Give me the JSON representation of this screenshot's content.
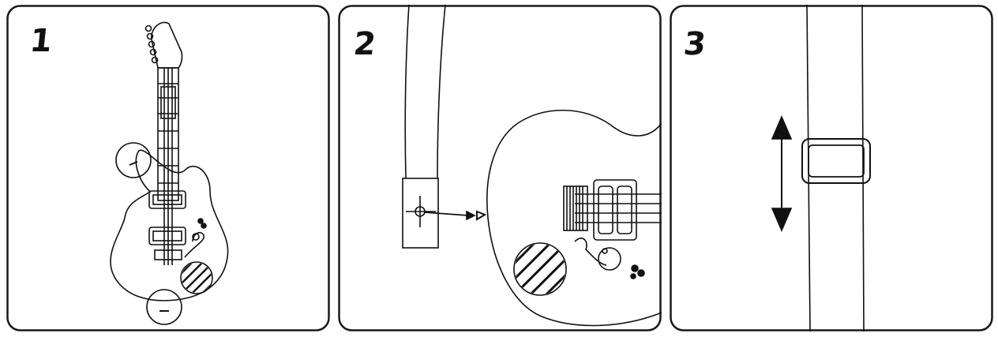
{
  "steps": [
    {
      "number": "1"
    },
    {
      "number": "2"
    },
    {
      "number": "3"
    }
  ],
  "colors": {
    "ink": "#111111",
    "panel_border": "#1a1a1a",
    "background": "#ffffff"
  }
}
